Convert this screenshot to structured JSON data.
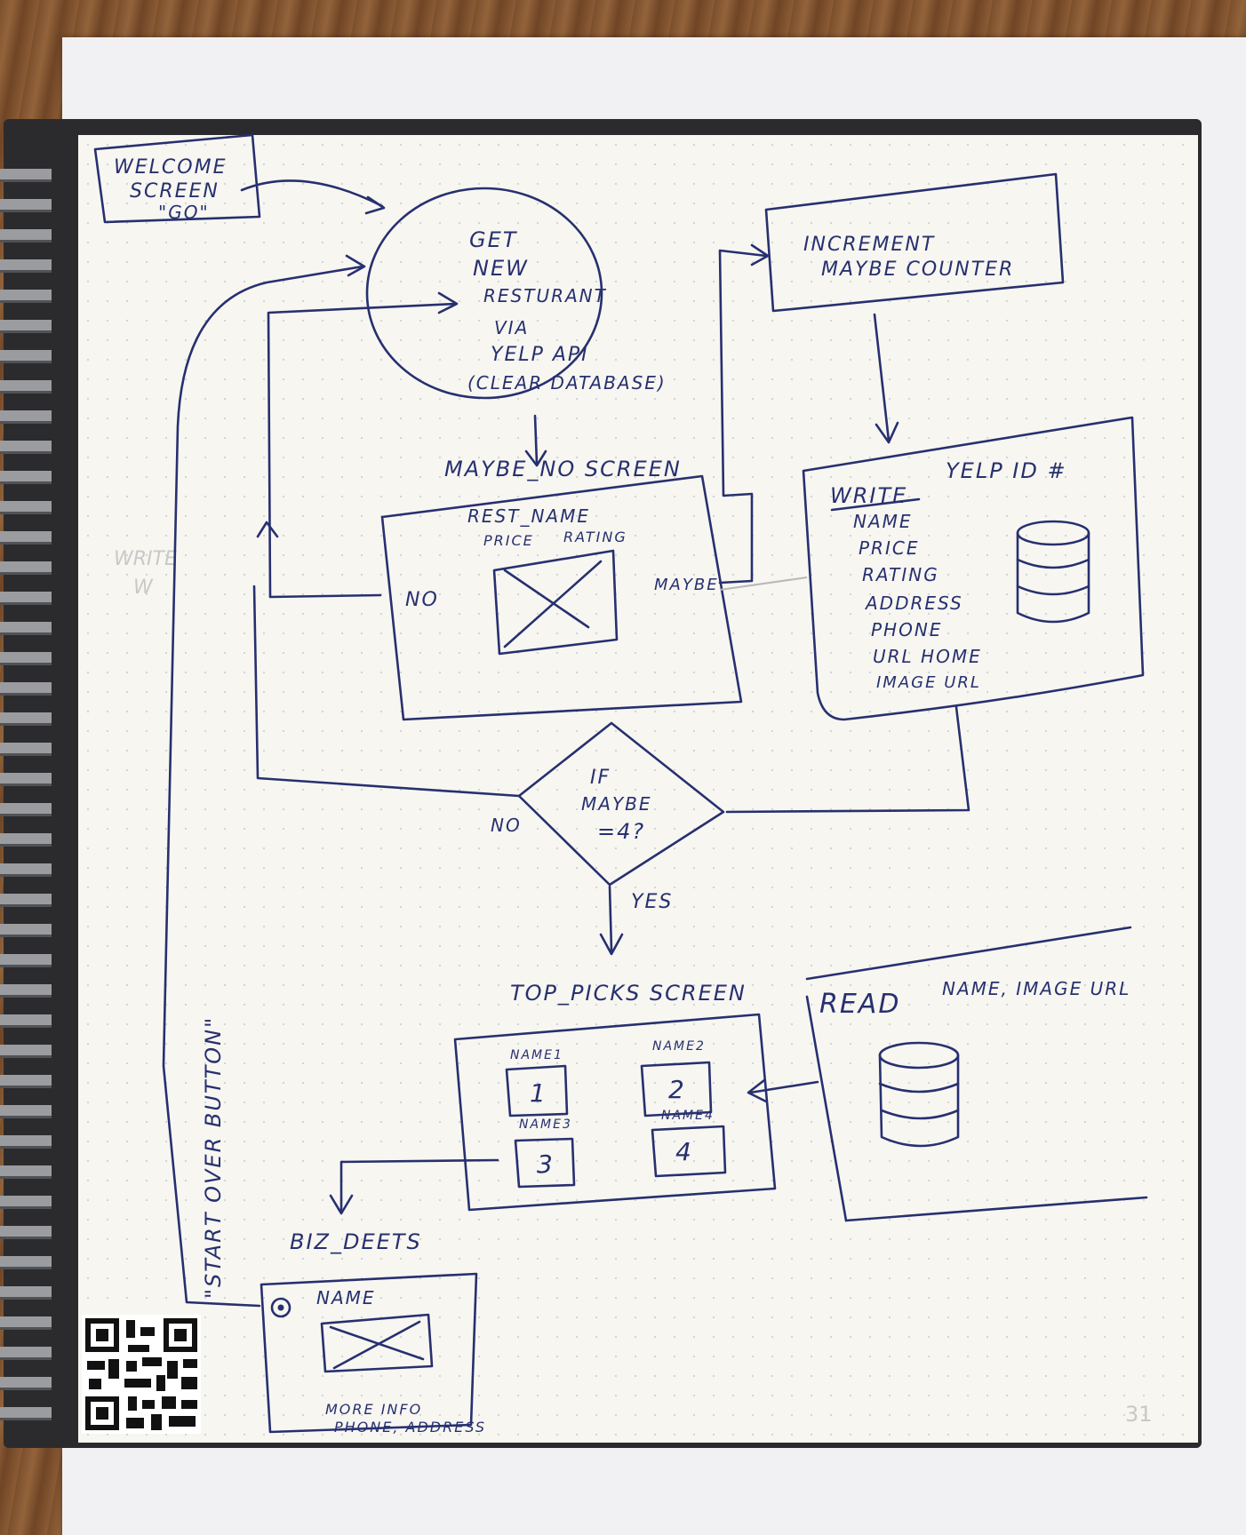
{
  "nodes": {
    "welcome": [
      "WELCOME",
      "SCREEN",
      "\"GO\""
    ],
    "get_restaurant": [
      "GET",
      "NEW",
      "RESTURANT",
      "VIA",
      "YELP API",
      "(CLEAR DATABASE)"
    ],
    "increment": [
      "INCREMENT",
      "MAYBE COUNTER"
    ],
    "maybe_no_screen": {
      "title": "MAYBE_NO SCREEN",
      "rest_name": "REST_NAME",
      "price": "PRICE",
      "rating": "RATING"
    },
    "write": {
      "title": "WRITE",
      "subtitle": "YELP ID #",
      "fields": [
        "NAME",
        "PRICE",
        "RATING",
        "ADDRESS",
        "PHONE",
        "URL HOME",
        "IMAGE URL"
      ]
    },
    "decision": [
      "IF",
      "MAYBE",
      "=4?"
    ],
    "top_picks": {
      "title": "TOP_PICKS SCREEN",
      "names": [
        "NAME1",
        "NAME2",
        "NAME3",
        "NAME4"
      ],
      "numbers": [
        "1",
        "2",
        "3",
        "4"
      ]
    },
    "read": {
      "title": "READ",
      "subtitle": "NAME, IMAGE URL"
    },
    "biz_deets": {
      "title": "BIZ_DEETS",
      "name": "NAME",
      "more_info": [
        "MORE INFO",
        "PHONE, ADDRESS"
      ]
    }
  },
  "edge_labels": {
    "no_left": "NO",
    "maybe": "MAYBE",
    "no_decision": "NO",
    "yes": "YES",
    "start_over": "\"START OVER BUTTON\""
  },
  "ghost_text": [
    "WRITE",
    "W"
  ],
  "page_number": "31",
  "ink_color": "#27306f"
}
